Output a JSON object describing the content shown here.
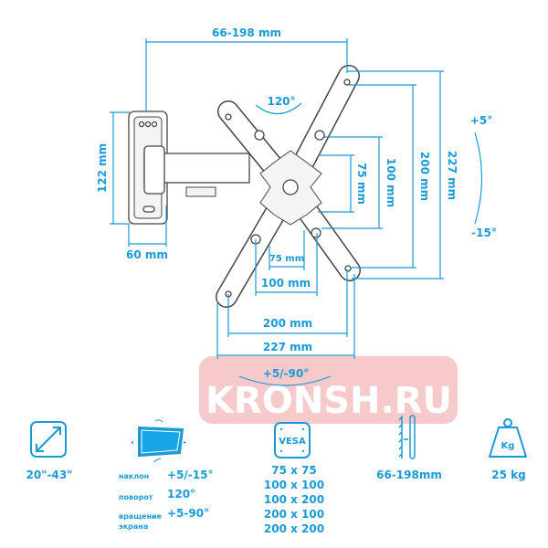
{
  "diagram": {
    "dimensions": {
      "arm_extension": "66-198 mm",
      "wall_plate_height": "122 mm",
      "wall_plate_width": "60 mm",
      "swivel": "120°",
      "vesa_v75": "75 mm",
      "vesa_v100": "100 mm",
      "vesa_v200": "200 mm",
      "bracket_height": "227 mm",
      "vesa_h75": "75 mm",
      "vesa_h100": "100 mm",
      "vesa_h200": "200 mm",
      "bracket_width": "227 mm",
      "tilt_up": "+5°",
      "tilt_down": "-15°",
      "rotation": "+5/-90°"
    },
    "watermark": "KRONSH.RU",
    "colors": {
      "accent": "#1a9ad6",
      "watermark_bg": "#f6c9cb"
    }
  },
  "specs": {
    "screen_size": {
      "icon": "diagonal-arrow-icon",
      "value": "20\"-43\""
    },
    "motion": {
      "icon": "tv-motion-icon",
      "rows": [
        {
          "label": "наклон",
          "value": "+5/-15°"
        },
        {
          "label": "поворот",
          "value": "120°"
        },
        {
          "label": "вращение экрана",
          "value": "+5-90°"
        }
      ]
    },
    "vesa": {
      "icon": "vesa-icon",
      "icon_text": "VESA",
      "values": [
        "75 x 75",
        "100 x 100",
        "100 x 200",
        "200 x 100",
        "200 x 200"
      ]
    },
    "wall_distance": {
      "icon": "wall-distance-icon",
      "value": "66-198mm"
    },
    "max_load": {
      "icon": "weight-icon",
      "icon_text": "Kg",
      "value": "25 kg"
    }
  }
}
